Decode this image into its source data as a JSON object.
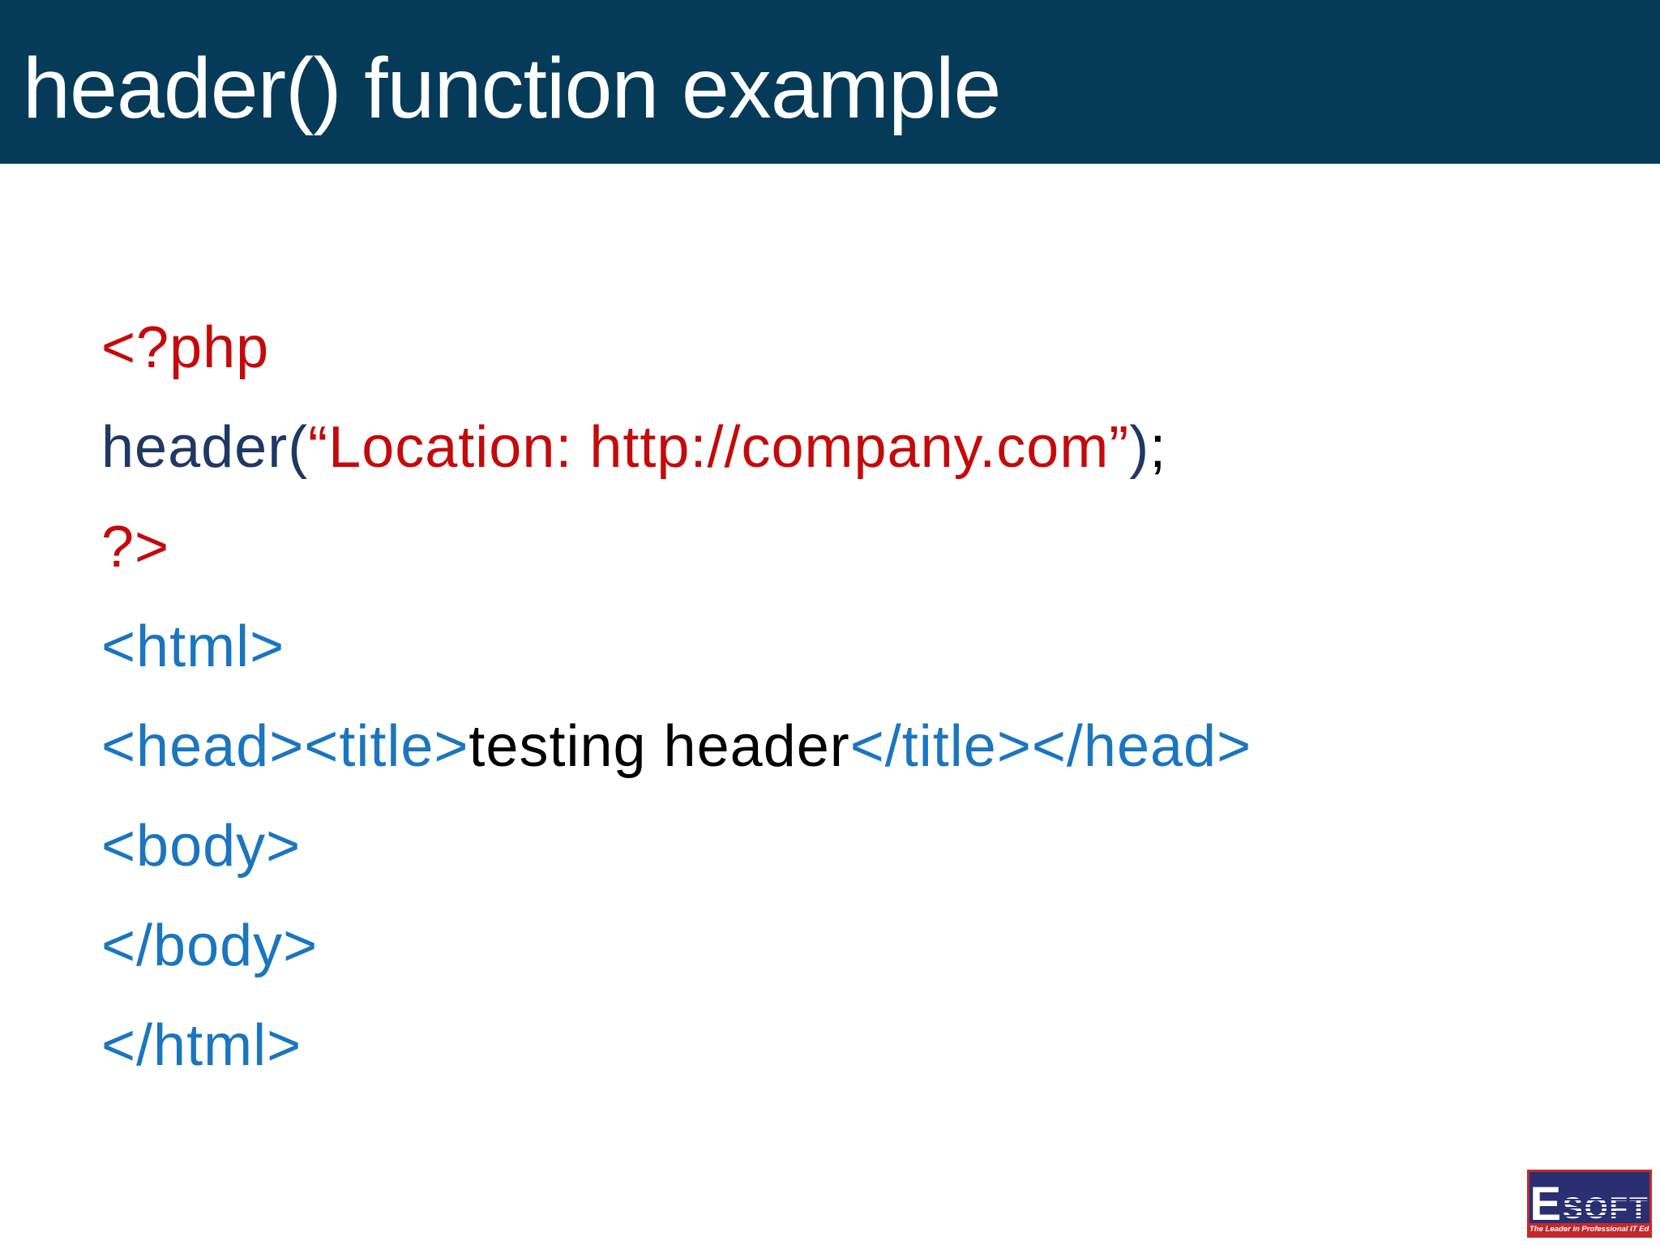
{
  "slide": {
    "title": "header() function example"
  },
  "code": {
    "lines": [
      {
        "segments": [
          {
            "t": "<?php",
            "c": "red"
          }
        ]
      },
      {
        "segments": [
          {
            "t": "header(",
            "c": "navy"
          },
          {
            "t": "“Location: http://company.com”",
            "c": "red"
          },
          {
            "t": ")",
            "c": "navy"
          },
          {
            "t": ";",
            "c": "black"
          }
        ]
      },
      {
        "segments": [
          {
            "t": "?>",
            "c": "red"
          }
        ]
      },
      {
        "segments": [
          {
            "t": "<html>",
            "c": "blue"
          }
        ]
      },
      {
        "segments": [
          {
            "t": "<head><title>",
            "c": "blue"
          },
          {
            "t": "testing header",
            "c": "black"
          },
          {
            "t": "</title></head>",
            "c": "blue"
          }
        ]
      },
      {
        "segments": [
          {
            "t": "<body>",
            "c": "blue"
          }
        ]
      },
      {
        "segments": [
          {
            "t": "</body>",
            "c": "blue"
          }
        ]
      },
      {
        "segments": [
          {
            "t": "</html>",
            "c": "blue"
          }
        ]
      }
    ]
  },
  "logo": {
    "e": "E",
    "soft": "SOFT",
    "tagline": "The Leader in Professional IT Education"
  },
  "colors": {
    "red": "#C40A0A",
    "navy": "#1F3864",
    "blue": "#1B75BF",
    "black": "#000000",
    "header_bg": "#053B58",
    "logo_navy": "#2A2F72",
    "logo_red": "#C5282C",
    "title_text": "#FFFFFF",
    "bg": "#FFFFFF"
  }
}
